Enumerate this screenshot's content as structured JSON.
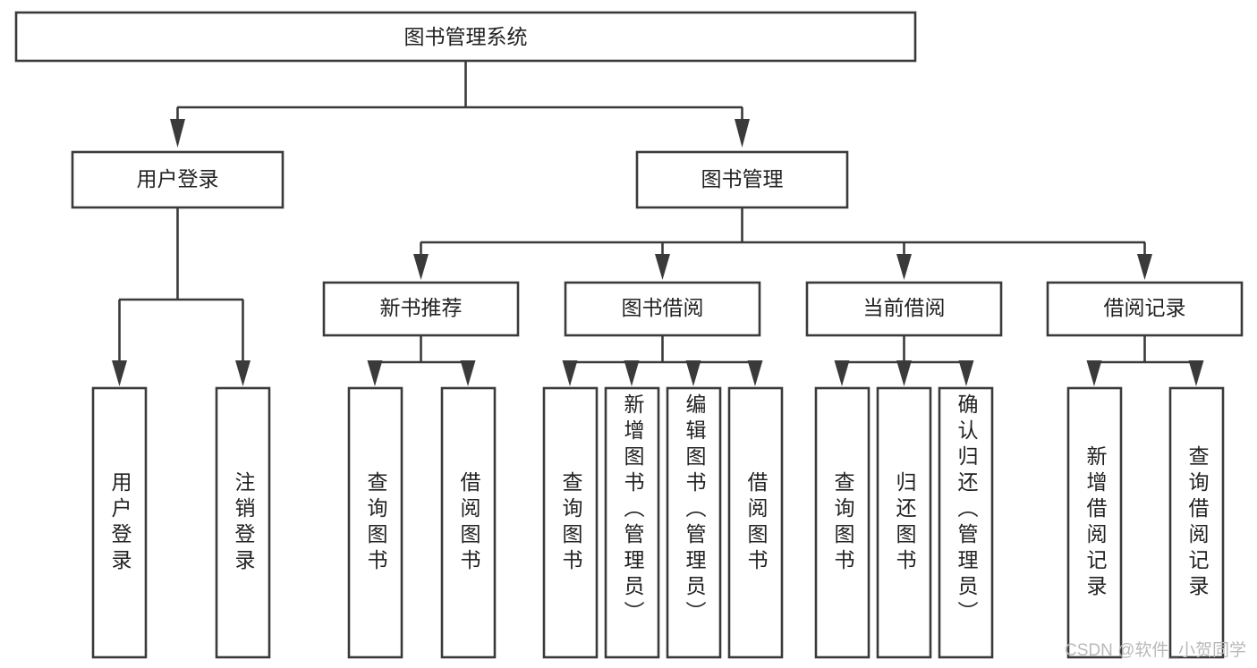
{
  "diagram": {
    "type": "tree-hierarchy",
    "title": "图书管理系统",
    "orientation": "top-down",
    "colors": {
      "stroke": "#3a3a3a",
      "box_fill": "#ffffff",
      "text": "#222222",
      "background": "#ffffff",
      "watermark": "#b9b9b9"
    },
    "levels": [
      {
        "level": 1,
        "nodes": [
          {
            "id": "root",
            "label": "图书管理系统",
            "orientation": "horizontal"
          }
        ]
      },
      {
        "level": 2,
        "nodes": [
          {
            "id": "login",
            "label": "用户登录",
            "orientation": "horizontal",
            "parent": "root"
          },
          {
            "id": "bookmgr",
            "label": "图书管理",
            "orientation": "horizontal",
            "parent": "root"
          }
        ]
      },
      {
        "level": 3,
        "nodes": [
          {
            "id": "newbook",
            "label": "新书推荐",
            "orientation": "horizontal",
            "parent": "bookmgr"
          },
          {
            "id": "borrow",
            "label": "图书借阅",
            "orientation": "horizontal",
            "parent": "bookmgr"
          },
          {
            "id": "current",
            "label": "当前借阅",
            "orientation": "horizontal",
            "parent": "bookmgr"
          },
          {
            "id": "record",
            "label": "借阅记录",
            "orientation": "horizontal",
            "parent": "bookmgr"
          }
        ]
      },
      {
        "level": 4,
        "nodes": [
          {
            "id": "leaf-1",
            "label": "用户登录",
            "orientation": "vertical",
            "parent": "login"
          },
          {
            "id": "leaf-2",
            "label": "注销登录",
            "orientation": "vertical",
            "parent": "login"
          },
          {
            "id": "leaf-3",
            "label": "查询图书",
            "orientation": "vertical",
            "parent": "newbook"
          },
          {
            "id": "leaf-4",
            "label": "借阅图书",
            "orientation": "vertical",
            "parent": "newbook"
          },
          {
            "id": "leaf-5",
            "label": "查询图书",
            "orientation": "vertical",
            "parent": "borrow"
          },
          {
            "id": "leaf-6",
            "label": "新增图书（管理员）",
            "orientation": "vertical",
            "parent": "borrow"
          },
          {
            "id": "leaf-7",
            "label": "编辑图书（管理员）",
            "orientation": "vertical",
            "parent": "borrow"
          },
          {
            "id": "leaf-8",
            "label": "借阅图书",
            "orientation": "vertical",
            "parent": "borrow"
          },
          {
            "id": "leaf-9",
            "label": "查询图书",
            "orientation": "vertical",
            "parent": "current"
          },
          {
            "id": "leaf-10",
            "label": "归还图书",
            "orientation": "vertical",
            "parent": "current"
          },
          {
            "id": "leaf-11",
            "label": "确认归还（管理员）",
            "orientation": "vertical",
            "parent": "current"
          },
          {
            "id": "leaf-12",
            "label": "新增借阅记录",
            "orientation": "vertical",
            "parent": "record"
          },
          {
            "id": "leaf-13",
            "label": "查询借阅记录",
            "orientation": "vertical",
            "parent": "record"
          }
        ]
      }
    ]
  },
  "watermark": {
    "text": "CSDN @软件_小贺同学"
  }
}
